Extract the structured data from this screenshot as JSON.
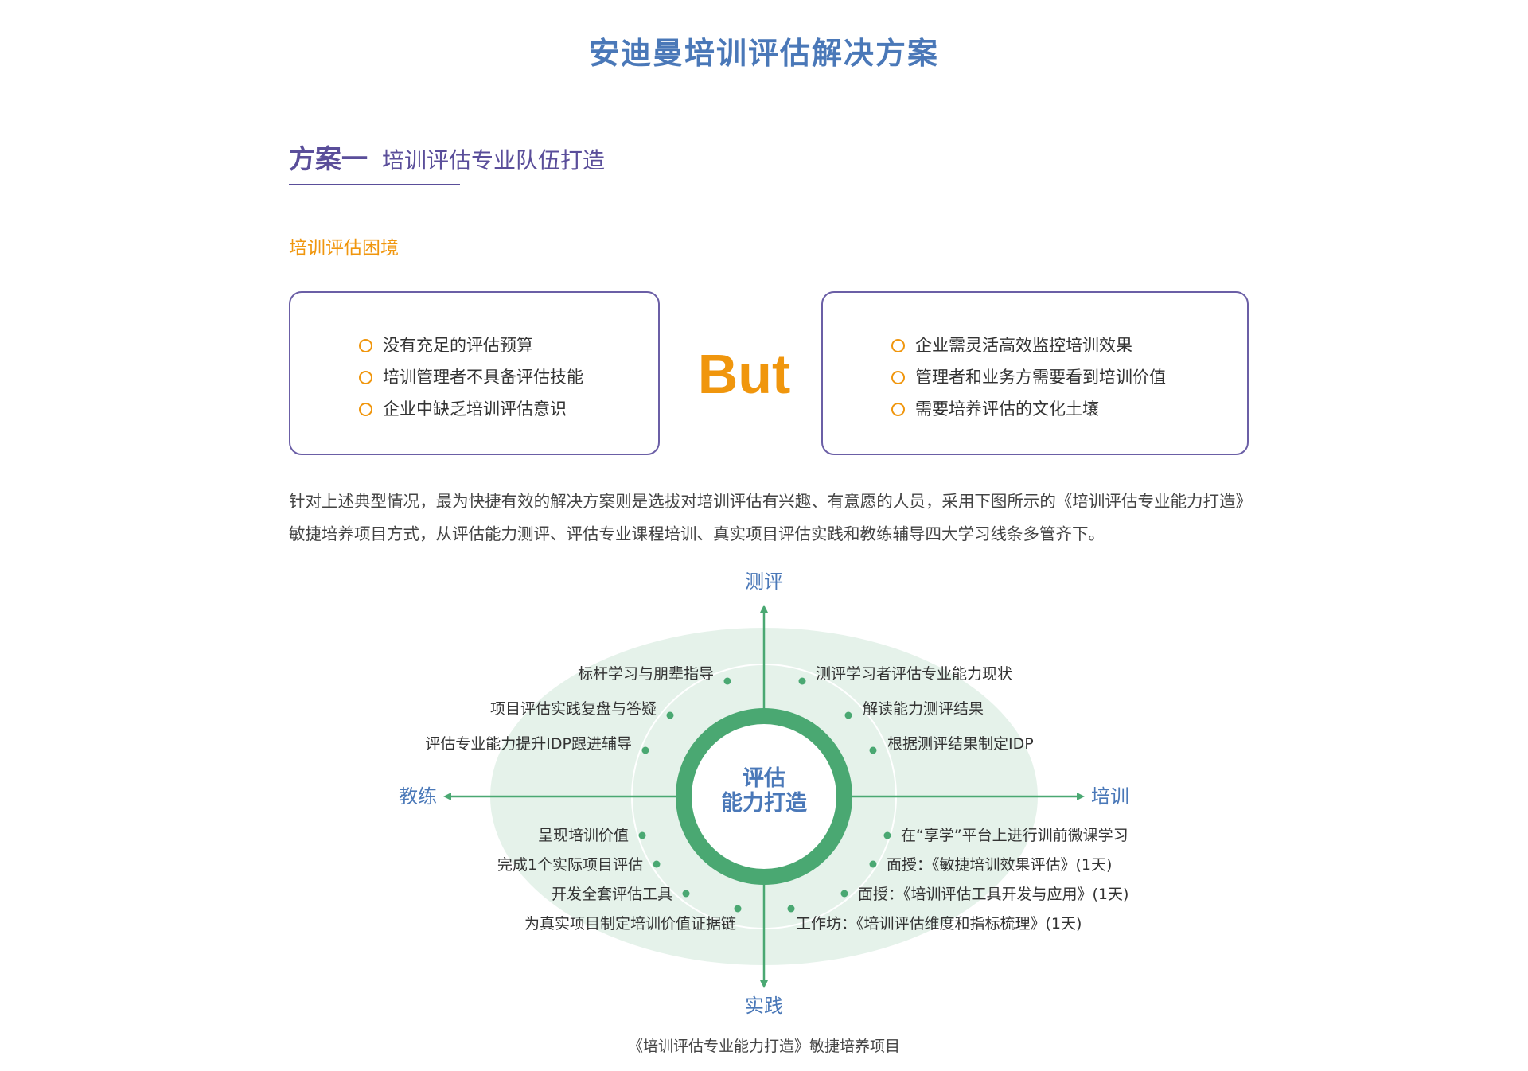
{
  "page_title": "安迪曼培训评估解决方案",
  "section": {
    "number": "方案一",
    "name": "培训评估专业队伍打造"
  },
  "subsection_title": "培训评估困境",
  "left_box": {
    "items": [
      "没有充足的评估预算",
      "培训管理者不具备评估技能",
      "企业中缺乏培训评估意识"
    ]
  },
  "but_word": "But",
  "right_box": {
    "items": [
      "企业需灵活高效监控培训效果",
      "管理者和业务方需要看到培训价值",
      "需要培养评估的文化土壤"
    ]
  },
  "paragraph": "针对上述典型情况，最为快捷有效的解决方案则是选拔对培训评估有兴趣、有意愿的人员，采用下图所示的《培训评估专业能力打造》敏捷培养项目方式，从评估能力测评、评估专业课程培训、真实项目评估实践和教练辅导四大学习线条多管齐下。",
  "diagram": {
    "center_line1": "评估",
    "center_line2": "能力打造",
    "axis_top": "测评",
    "axis_right": "培训",
    "axis_bottom": "实践",
    "axis_left": "教练",
    "top_right_items": [
      "测评学习者评估专业能力现状",
      "解读能力测评结果",
      "根据测评结果制定IDP"
    ],
    "top_left_items": [
      "标杆学习与朋辈指导",
      "项目评估实践复盘与答疑",
      "评估专业能力提升IDP跟进辅导"
    ],
    "bottom_left_items": [
      "呈现培训价值",
      "完成1个实际项目评估",
      "开发全套评估工具",
      "为真实项目制定培训价值证据链"
    ],
    "bottom_right_items": [
      "在“享学”平台上进行训前微课学习",
      "面授：《敏捷培训效果评估》(1天)",
      "面授：《培训评估工具开发与应用》(1天)",
      "工作坊：《培训评估维度和指标梳理》(1天)"
    ],
    "colors": {
      "green": "#4aa872",
      "ellipse_fill": "#e5f2ea",
      "label_blue": "#4a78b8"
    }
  },
  "caption": "《培训评估专业能力打造》敏捷培养项目"
}
